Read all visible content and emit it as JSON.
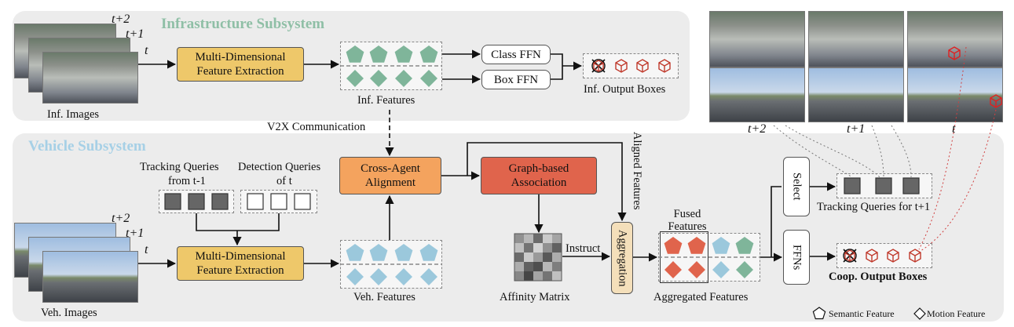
{
  "infra": {
    "title": "Infrastructure Subsystem",
    "frame_t2": "t+2",
    "frame_t1": "t+1",
    "frame_t": "t",
    "images_label": "Inf. Images",
    "mdfe": "Multi-Dimensional Feature Extraction",
    "features_label": "Inf. Features",
    "class_ffn": "Class FFN",
    "box_ffn": "Box FFN",
    "output_label": "Inf. Output Boxes"
  },
  "v2x_label": "V2X Communication",
  "vehicle": {
    "title": "Vehicle Subsystem",
    "frame_t2": "t+2",
    "frame_t1": "t+1",
    "frame_t": "t",
    "images_label": "Veh. Images",
    "tracking_queries": "Tracking Queries",
    "from_t1": "from t-1",
    "detection_queries": "Detection Queries",
    "of_t": "of t",
    "mdfe": "Multi-Dimensional Feature Extraction",
    "features_label": "Veh. Features",
    "cross_agent": "Cross-Agent Alignment",
    "graph_assoc": "Graph-based Association",
    "affinity_label": "Affinity Matrix",
    "instruct": "Instruct",
    "aligned_features": "Aligned Features",
    "aggregation": "Aggregation",
    "fused_features": "Fused Features",
    "aggregated_label": "Aggregated Features",
    "select": "Select",
    "ffns": "FFNs",
    "tracking_next": "Tracking Queries for t+1",
    "coop_output": "Coop. Output Boxes"
  },
  "right_frames": {
    "t2": "t+2",
    "t1": "t+1",
    "t": "t"
  },
  "legend": {
    "semantic": "Semantic Feature",
    "motion": "Motion Feature"
  },
  "colors": {
    "green_feature": "#7fb59a",
    "blue_feature": "#9bc8dc",
    "red_feature": "#e0644c",
    "infra_title": "#8fbfa6",
    "vehicle_title": "#a6d0e6"
  },
  "affinity_matrix": [
    [
      0.55,
      0.75,
      0.35,
      0.85,
      0.65
    ],
    [
      0.8,
      0.4,
      0.9,
      0.55,
      0.3
    ],
    [
      0.35,
      0.85,
      0.6,
      0.25,
      0.7
    ],
    [
      0.7,
      0.3,
      0.2,
      0.75,
      0.45
    ],
    [
      0.5,
      0.15,
      0.65,
      0.4,
      0.8
    ]
  ]
}
